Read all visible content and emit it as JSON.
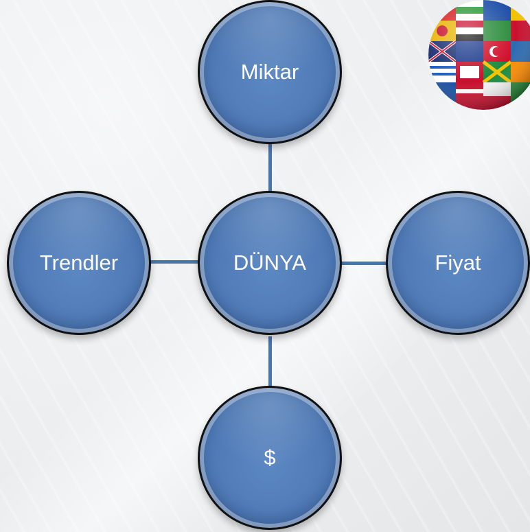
{
  "diagram": {
    "center": {
      "label": "DÜNYA"
    },
    "top": {
      "label": "Miktar"
    },
    "left": {
      "label": "Trendler"
    },
    "right": {
      "label": "Fiyat"
    },
    "bottom": {
      "label": "$"
    }
  },
  "decoration": {
    "globe_icon": "flag-globe-icon"
  },
  "colors": {
    "node_fill": "#4f7ab6",
    "node_border": "#111111",
    "connector": "#4a74ad",
    "label_text": "#ffffff"
  }
}
